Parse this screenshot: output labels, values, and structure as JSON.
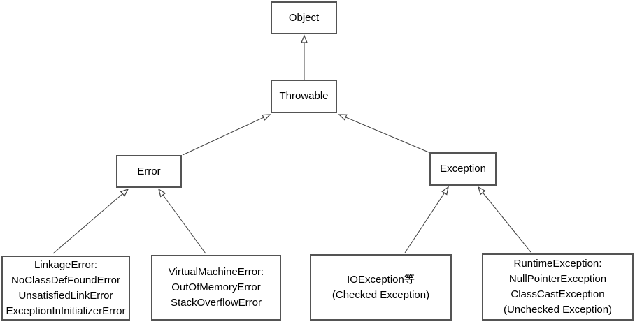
{
  "diagram": {
    "type": "uml-class-hierarchy",
    "background": "#ffffff",
    "colors": {
      "box_border": "#545454",
      "box_fill": "#ffffff",
      "connector_line": "#404040",
      "arrowhead_fill": "#ffffff",
      "text": "#000000"
    },
    "nodes": {
      "object": {
        "label": "Object"
      },
      "throwable": {
        "label": "Throwable"
      },
      "error": {
        "label": "Error"
      },
      "exception": {
        "label": "Exception"
      },
      "linkage_error": {
        "lines": [
          "LinkageError:",
          "NoClassDefFoundError",
          "UnsatisfiedLinkError",
          "ExceptionInInitializerError"
        ]
      },
      "virtual_machine_error": {
        "lines": [
          "VirtualMachineError:",
          "OutOfMemoryError",
          "StackOverflowError"
        ]
      },
      "io_exception": {
        "lines": [
          "IOException等",
          "(Checked Exception)"
        ]
      },
      "runtime_exception": {
        "lines": [
          "RuntimeException:",
          "NullPointerException",
          "ClassCastException",
          "(Unchecked Exception)"
        ]
      }
    },
    "edges": [
      {
        "from": "throwable",
        "to": "object",
        "type": "generalization"
      },
      {
        "from": "error",
        "to": "throwable",
        "type": "generalization"
      },
      {
        "from": "exception",
        "to": "throwable",
        "type": "generalization"
      },
      {
        "from": "linkage_error",
        "to": "error",
        "type": "generalization"
      },
      {
        "from": "virtual_machine_error",
        "to": "error",
        "type": "generalization"
      },
      {
        "from": "io_exception",
        "to": "exception",
        "type": "generalization"
      },
      {
        "from": "runtime_exception",
        "to": "exception",
        "type": "generalization"
      }
    ]
  }
}
